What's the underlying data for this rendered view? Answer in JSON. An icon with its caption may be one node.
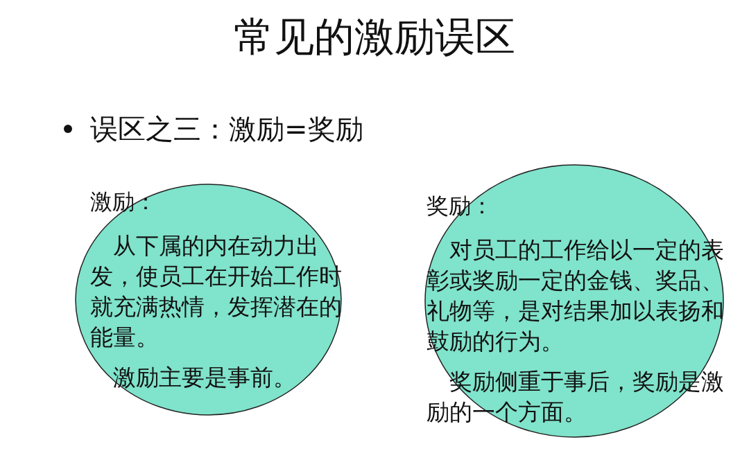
{
  "diagram": {
    "title": "常见的激励误区",
    "nodes": [
      {
        "text": [
          "激励：",
          "从下属的内在动力出发，使员工在开始工作时就充满热情，发挥潜在的能量。",
          "激励主要是事前。"
        ]
      },
      {
        "text": [
          "奖励：",
          "对员工的工作给以一定的表彰或奖励一定的金钱、奖品、礼物等，是对结果加以表扬和鼓励的行为。",
          "奖励侧重于事后，奖励是激励的一个方面。"
        ]
      }
    ],
    "edges": [],
    "labels": [
      "误区之三：激励=奖励"
    ]
  }
}
